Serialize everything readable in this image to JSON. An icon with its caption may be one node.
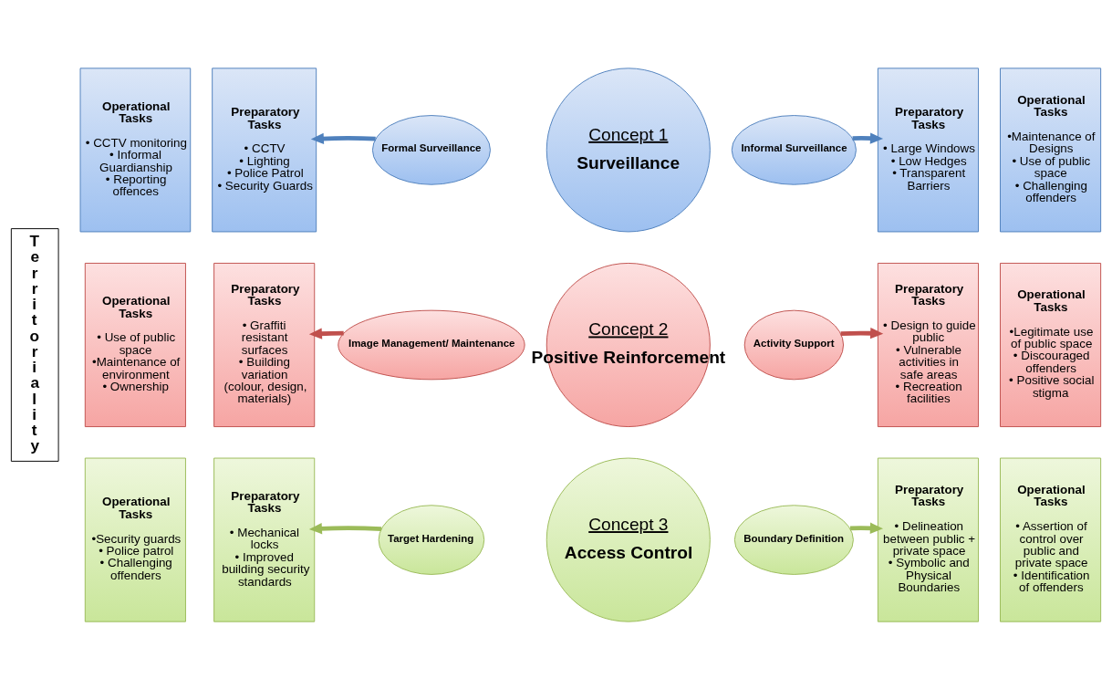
{
  "diagram": {
    "nodes": [
      {
        "text": [
          "Territoriality"
        ]
      },
      {
        "text": [
          "Operational Tasks",
          "• CCTV monitoring",
          "• Informal Guardianship",
          "• Reporting offences"
        ]
      },
      {
        "text": [
          "Preparatory Tasks",
          "• CCTV",
          "• Lighting",
          "• Police Patrol",
          "• Security Guards"
        ]
      },
      {
        "text": [
          "Concept 1",
          "Surveillance"
        ]
      },
      {
        "text": [
          "Formal Surveillance"
        ]
      },
      {
        "text": [
          "Informal Surveillance"
        ]
      },
      {
        "text": [
          "Preparatory Tasks",
          "• Large Windows",
          "• Low Hedges",
          "• Transparent Barriers"
        ]
      },
      {
        "text": [
          "Operational Tasks",
          "•Maintenance of Designs",
          "• Use of public space",
          "• Challenging offenders"
        ]
      },
      {
        "text": [
          "Operational Tasks",
          "• Use of public space",
          "•Maintenance of environment",
          "• Ownership"
        ]
      },
      {
        "text": [
          "Preparatory Tasks",
          "• Graffiti resistant surfaces",
          "• Building variation (colour, design, materials)"
        ]
      },
      {
        "text": [
          "Concept 2",
          "Positive Reinforcement"
        ]
      },
      {
        "text": [
          "Image Management/ Maintenance"
        ]
      },
      {
        "text": [
          "Activity Support"
        ]
      },
      {
        "text": [
          "Preparatory Tasks",
          "• Design to guide public",
          "• Vulnerable activities in safe areas",
          "• Recreation facilities"
        ]
      },
      {
        "text": [
          "Operational Tasks",
          "•Legitimate use of public space",
          "• Discouraged offenders",
          "• Positive social stigma"
        ]
      },
      {
        "text": [
          "Operational Tasks",
          "•Security guards",
          "• Police patrol",
          "• Challenging offenders"
        ]
      },
      {
        "text": [
          "Preparatory Tasks",
          "• Mechanical locks",
          "• Improved building security standards"
        ]
      },
      {
        "text": [
          "Concept 3",
          "Access Control"
        ]
      },
      {
        "text": [
          "Target Hardening"
        ]
      },
      {
        "text": [
          "Boundary Definition"
        ]
      },
      {
        "text": [
          "Preparatory Tasks",
          "• Delineation between public + private space",
          "• Symbolic and Physical Boundaries"
        ]
      },
      {
        "text": [
          "Operational Tasks",
          "• Assertion of control over public and private space",
          "• Identification of offenders"
        ]
      }
    ],
    "edges": [
      {
        "from": 4,
        "to": 2,
        "arrow": "to",
        "color": "#4f81bd"
      },
      {
        "from": 5,
        "to": 6,
        "arrow": "to",
        "color": "#4f81bd"
      },
      {
        "from": 11,
        "to": 9,
        "arrow": "to",
        "color": "#c0504d"
      },
      {
        "from": 12,
        "to": 13,
        "arrow": "to",
        "color": "#c0504d"
      },
      {
        "from": 18,
        "to": 16,
        "arrow": "to",
        "color": "#9bbb59"
      },
      {
        "from": 19,
        "to": 20,
        "arrow": "to",
        "color": "#9bbb59"
      }
    ]
  }
}
